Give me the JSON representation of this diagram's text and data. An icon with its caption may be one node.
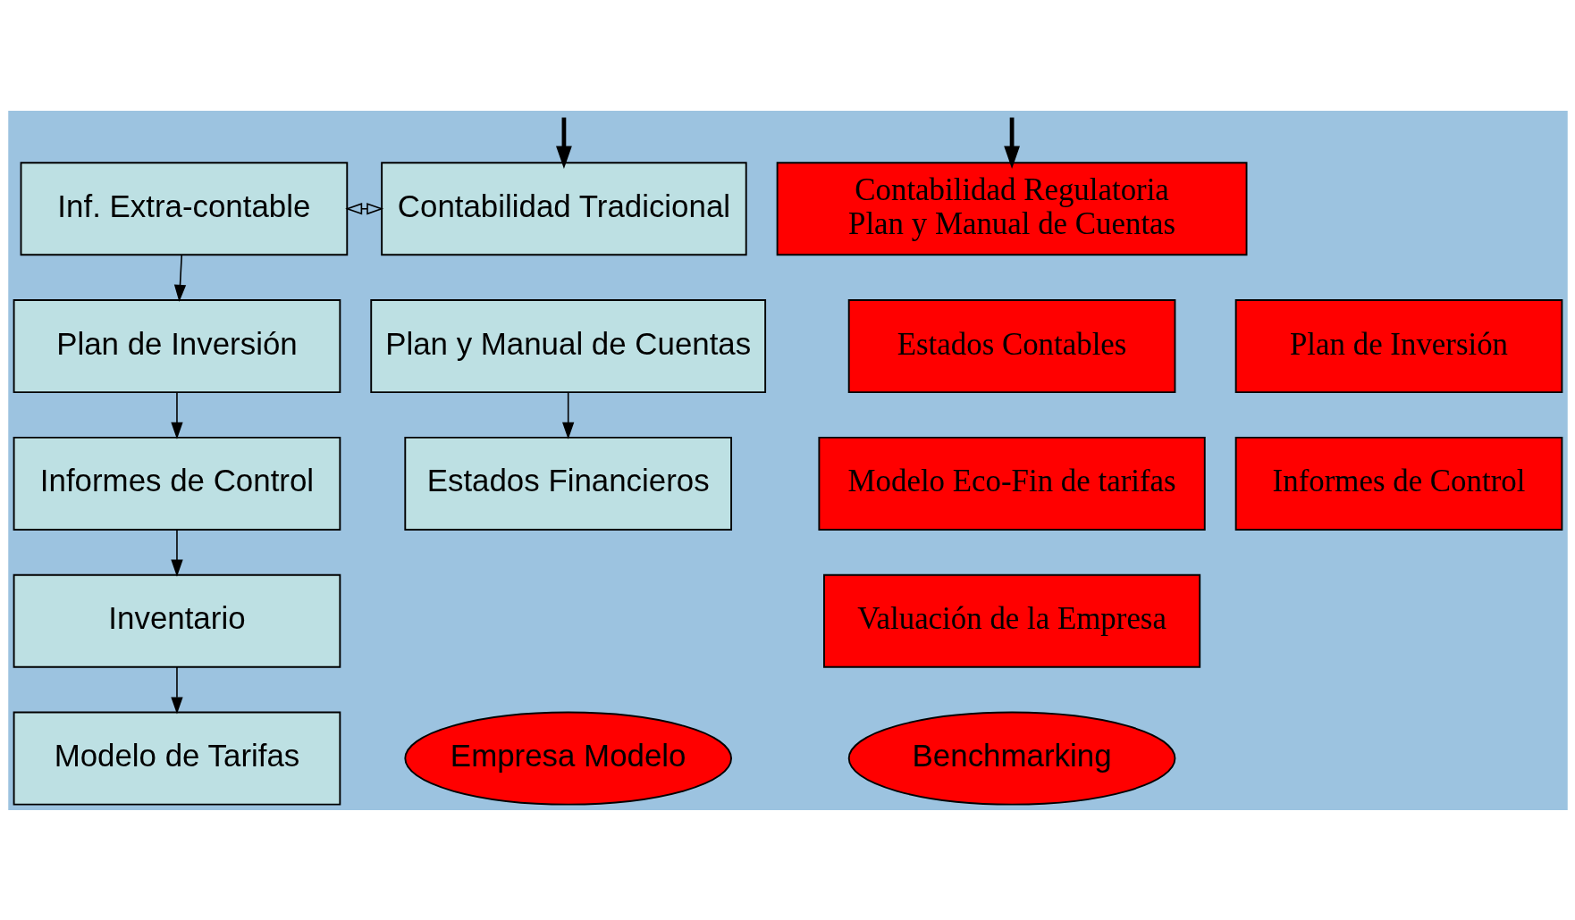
{
  "diagram": {
    "nodes": [
      {
        "text": [
          "Inf. Extra-contable"
        ]
      },
      {
        "text": [
          "Contabilidad Tradicional"
        ]
      },
      {
        "text": [
          "Plan de Inversión"
        ]
      },
      {
        "text": [
          "Plan y Manual de Cuentas"
        ]
      },
      {
        "text": [
          "Informes de Control"
        ]
      },
      {
        "text": [
          "Estados Financieros"
        ]
      },
      {
        "text": [
          "Inventario"
        ]
      },
      {
        "text": [
          "Modelo de Tarifas"
        ]
      },
      {
        "text": [
          "Contabilidad Regulatoria",
          "Plan y Manual de Cuentas"
        ]
      },
      {
        "text": [
          "Plan de Inversión"
        ]
      },
      {
        "text": [
          "Estados Contables"
        ]
      },
      {
        "text": [
          "Informes de Control"
        ]
      },
      {
        "text": [
          "Modelo Eco-Fin de tarifas"
        ]
      },
      {
        "text": [
          "Valuación de la Empresa"
        ]
      },
      {
        "text": [
          "Empresa Modelo"
        ]
      },
      {
        "text": [
          "Benchmarking"
        ]
      }
    ],
    "edges": [
      {
        "from": null,
        "to": 1,
        "arrow": "to",
        "style": "thick"
      },
      {
        "from": null,
        "to": 8,
        "arrow": "to",
        "style": "thick"
      },
      {
        "from": 0,
        "to": 1,
        "arrow": "both"
      },
      {
        "from": 0,
        "to": 2,
        "arrow": "to"
      },
      {
        "from": 2,
        "to": 4,
        "arrow": "to"
      },
      {
        "from": 3,
        "to": 5,
        "arrow": "to"
      },
      {
        "from": 4,
        "to": 6,
        "arrow": "to"
      },
      {
        "from": 6,
        "to": 7,
        "arrow": "to"
      }
    ]
  }
}
